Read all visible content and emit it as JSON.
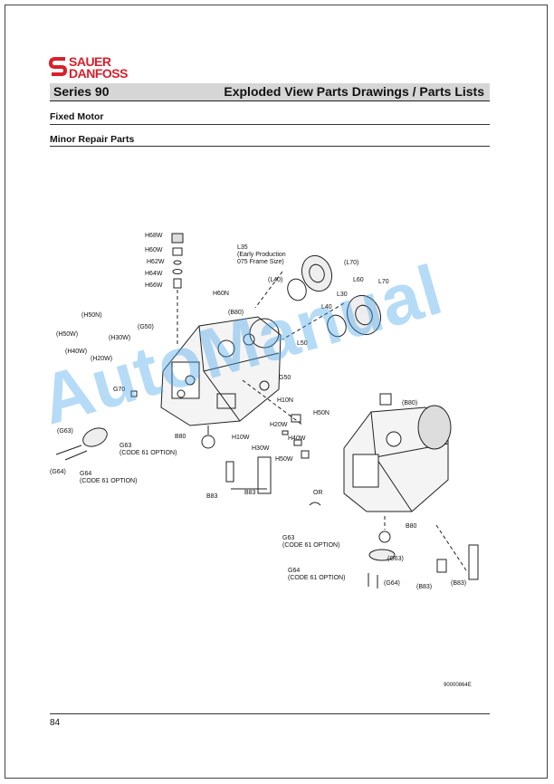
{
  "brand": {
    "line1": "SAUER",
    "line2": "DANFOSS",
    "red": "#d8202b"
  },
  "header": {
    "series": "Series 90",
    "title": "Exploded View Parts Drawings / Parts Lists"
  },
  "sections": {
    "product": "Fixed Motor",
    "subsection": "Minor Repair Parts"
  },
  "callouts": [
    "H68W",
    "H60W",
    "H62W",
    "H64W",
    "H66W",
    "H60N",
    "(B80)",
    "(H50N)",
    "(G50)",
    "(H50W)",
    "(H30W)",
    "(H40W)",
    "(H20W)",
    "L35\n(Early Production\n075 Frame Size)",
    "(L70)",
    "(L40)",
    "L60",
    "L70",
    "L30",
    "L40",
    "L50",
    "G50",
    "H10N",
    "H50N",
    "H20W",
    "G70",
    "(G63)",
    "B80",
    "H10W",
    "H40W",
    "H30W",
    "H50W",
    "G63\n(CODE 61 OPTION)",
    "(G64)",
    "G64\n(CODE 61 OPTION)",
    "B83",
    "B83",
    "OR",
    "(B80)",
    "B80",
    "G63\n(CODE 61 OPTION)",
    "(G63)",
    "G64\n(CODE 61 OPTION)",
    "(G64)",
    "(B83)",
    "(B83)"
  ],
  "drawing_number": "90000864E",
  "page_number": "84",
  "watermark": "AutoManual"
}
